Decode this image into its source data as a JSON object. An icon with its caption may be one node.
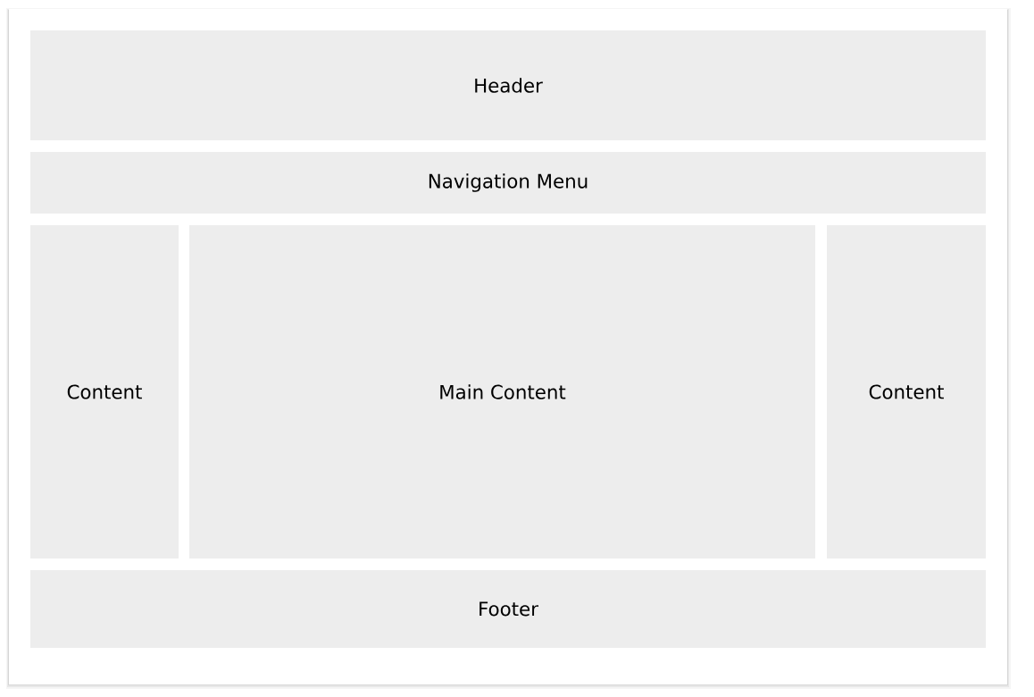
{
  "diagram": {
    "nodes": [
      {
        "text": [
          "Header"
        ]
      },
      {
        "text": [
          "Navigation Menu"
        ]
      },
      {
        "text": [
          "Content"
        ]
      },
      {
        "text": [
          "Main Content"
        ]
      },
      {
        "text": [
          "Content"
        ]
      },
      {
        "text": [
          "Footer"
        ]
      }
    ]
  }
}
